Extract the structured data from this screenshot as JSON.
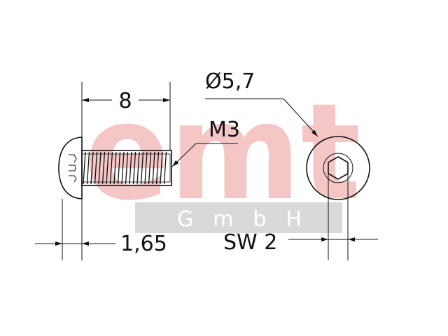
{
  "dimensions": {
    "length": "8",
    "head_diameter": "Ø5,7",
    "thread": "M3",
    "head_height": "1,65",
    "socket": "SW 2"
  },
  "watermark": {
    "logo_text": "emt",
    "sub_text": "G m b H",
    "logo_color": "#f4c6c6",
    "band_color": "#d9d9d9"
  }
}
